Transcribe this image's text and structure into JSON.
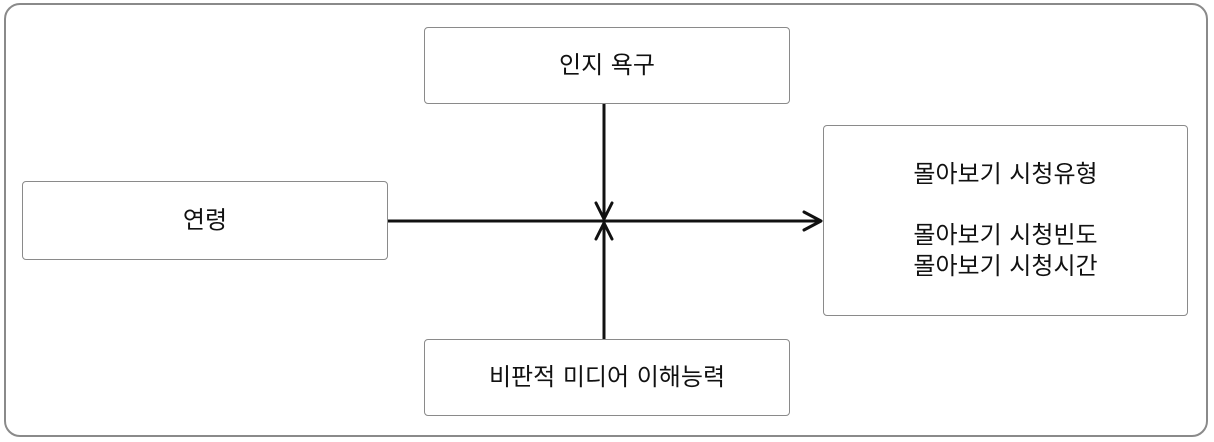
{
  "diagram": {
    "nodes": {
      "cognition": "인지 욕구",
      "age": "연령",
      "media_literacy": "비판적 미디어 이해능력",
      "outcome": {
        "line1": "몰아보기 시청유형",
        "line2": "몰아보기 시청빈도",
        "line3": "몰아보기 시청시간"
      }
    },
    "edges": [
      {
        "from": "연령",
        "to": "몰아보기 시청유형 / 몰아보기 시청빈도 / 몰아보기 시청시간"
      },
      {
        "from": "인지 욕구",
        "to": "연령 → 몰아보기"
      },
      {
        "from": "비판적 미디어 이해능력",
        "to": "연령 → 몰아보기"
      }
    ]
  }
}
